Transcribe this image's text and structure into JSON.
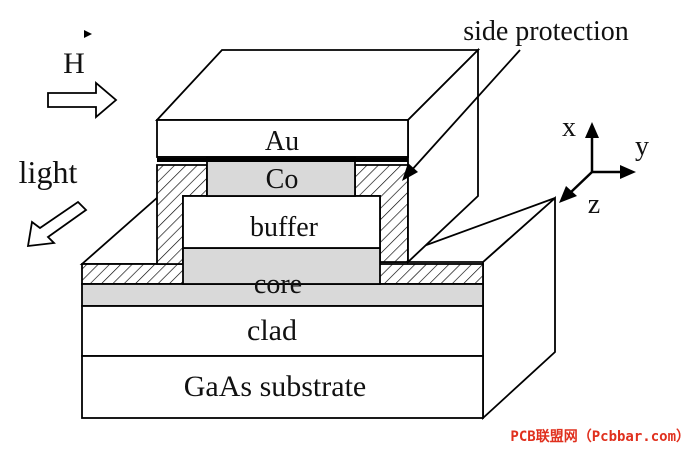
{
  "labels": {
    "au": "Au",
    "co": "Co",
    "buffer": "buffer",
    "core": "core",
    "clad": "clad",
    "substrate": "GaAs substrate",
    "side_protection": "side protection",
    "field": "H",
    "light": "light",
    "axis_x": "x",
    "axis_y": "y",
    "axis_z": "z"
  },
  "watermark": {
    "text": "PCB联盟网（Pcbbar.com）",
    "color": "#e0301e"
  },
  "colors": {
    "outline": "#000000",
    "grey_fill": "#d9d9d9",
    "white_fill": "#ffffff"
  }
}
